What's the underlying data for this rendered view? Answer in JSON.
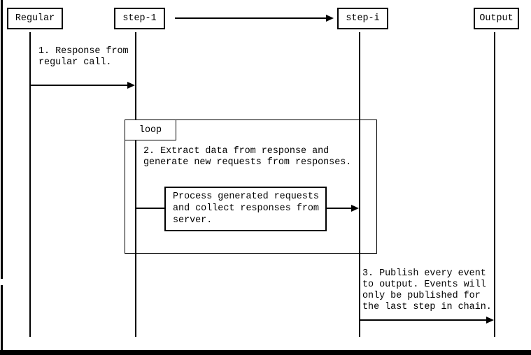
{
  "colors": {
    "line": "#000000",
    "text": "#000000",
    "background": "#ffffff",
    "box_fill": "#ffffff"
  },
  "diagram": {
    "kind": "sequence-diagram",
    "actors": [
      {
        "id": "regular",
        "label": "Regular"
      },
      {
        "id": "step-1",
        "label": "step-1"
      },
      {
        "id": "step-i",
        "label": "step-i"
      },
      {
        "id": "output",
        "label": "Output"
      }
    ],
    "top_arrow": {
      "from": "step-1",
      "to": "step-i"
    },
    "loop": {
      "label": "loop"
    },
    "process_box": {
      "from": "step-1",
      "to": "step-i",
      "text": "Process generated requests\nand collect responses from\nserver."
    },
    "messages": [
      {
        "n": 1,
        "from": "Regular",
        "to": "step-1",
        "text": "1. Response from\nregular call."
      },
      {
        "n": 2,
        "from": "step-1",
        "to": "step-i",
        "text": "2. Extract data from response and\ngenerate new requests from responses."
      },
      {
        "n": 3,
        "from": "step-i",
        "to": "Output",
        "text": "3. Publish every event\nto output. Events will\nonly be published for\nthe last step in chain."
      }
    ]
  }
}
